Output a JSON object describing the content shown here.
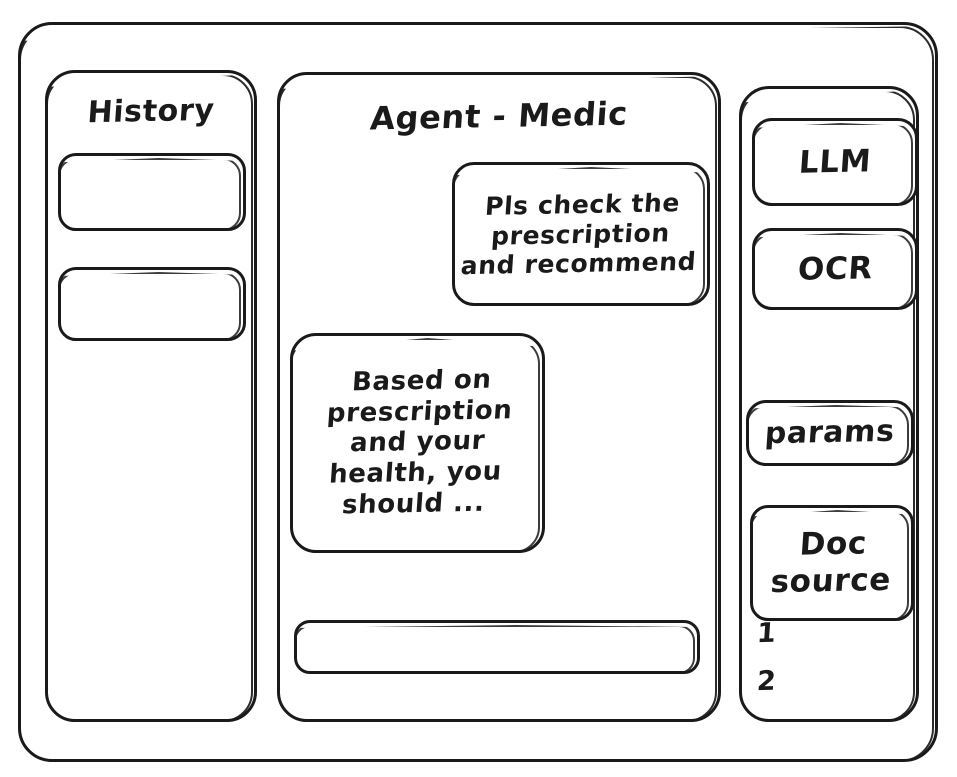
{
  "app": {
    "style": "hand-drawn-wireframe",
    "ink_color": "#1a1a1a",
    "background_color": "#ffffff"
  },
  "sidebar": {
    "title": "History",
    "items": [
      {
        "label": "",
        "name": "history-item-1"
      },
      {
        "label": "",
        "name": "history-item-2"
      }
    ]
  },
  "chat": {
    "title": "Agent - Medic",
    "messages": [
      {
        "role": "user",
        "text": "Pls check the\nprescription\nand recommend"
      },
      {
        "role": "assistant",
        "text": "Based on\nprescription\nand your\nhealth, you\nshould ..."
      }
    ],
    "input": {
      "value": "",
      "placeholder": ""
    }
  },
  "tools": {
    "buttons": [
      {
        "label": "LLM"
      },
      {
        "label": "OCR"
      },
      {
        "label": "params"
      }
    ],
    "doc_source": {
      "label": "Doc\nsource",
      "references": [
        "1",
        "2"
      ]
    }
  }
}
